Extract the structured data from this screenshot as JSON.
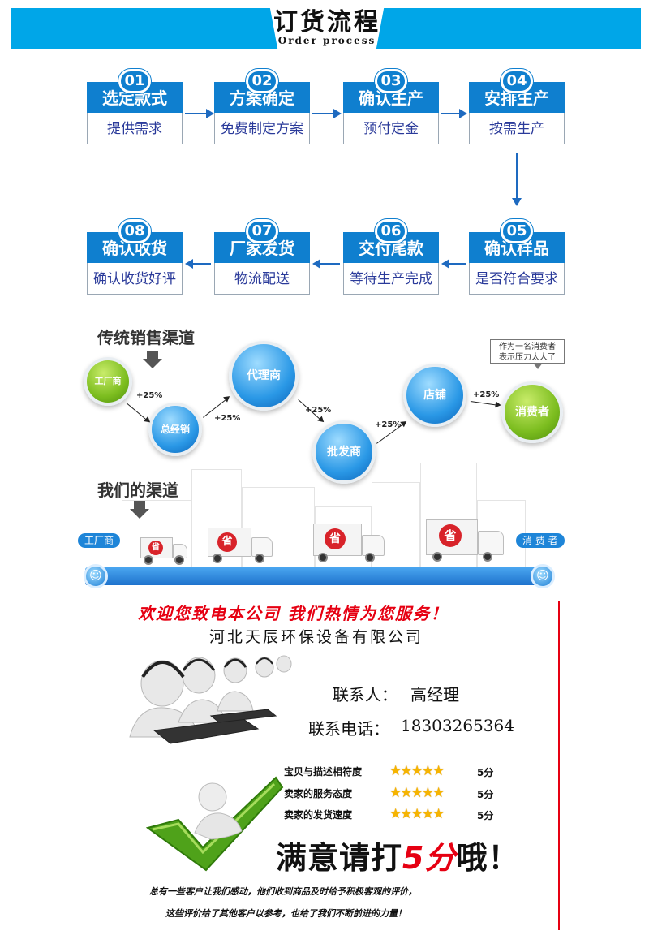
{
  "header": {
    "title": "订货流程",
    "subtitle": "Order process"
  },
  "steps": [
    {
      "num": "01",
      "title": "选定款式",
      "sub": "提供需求"
    },
    {
      "num": "02",
      "title": "方案确定",
      "sub": "免费制定方案"
    },
    {
      "num": "03",
      "title": "确认生产",
      "sub": "预付定金"
    },
    {
      "num": "04",
      "title": "安排生产",
      "sub": "按需生产"
    },
    {
      "num": "05",
      "title": "确认样品",
      "sub": "是否符合要求"
    },
    {
      "num": "06",
      "title": "交付尾款",
      "sub": "等待生产完成"
    },
    {
      "num": "07",
      "title": "厂家发货",
      "sub": "物流配送"
    },
    {
      "num": "08",
      "title": "确认收货",
      "sub": "确认收货好评"
    }
  ],
  "traditional": {
    "title": "传统销售渠道",
    "nodes": [
      "工厂商",
      "总经销",
      "代理商",
      "批发商",
      "店铺",
      "消费者"
    ],
    "markup": "+25%",
    "bubble_line1": "作为一名消费者",
    "bubble_line2": "表示压力太大了"
  },
  "ours": {
    "title": "我们的渠道",
    "start": "工厂商",
    "end": "消 费 者",
    "smile": "☺",
    "seal": "省"
  },
  "contact": {
    "welcome": "欢迎您致电本公司 我们热情为您服务！",
    "company": "河北天辰环保设备有限公司",
    "person_label": "联系人：",
    "person": "高经理",
    "phone_label": "联系电话：",
    "phone": "18303265364"
  },
  "ratings": [
    {
      "label": "宝贝与描述相符度",
      "stars": "★★★★★",
      "score": "5分"
    },
    {
      "label": "卖家的服务态度",
      "stars": "★★★★★",
      "score": "5分"
    },
    {
      "label": "卖家的发货速度",
      "stars": "★★★★★",
      "score": "5分"
    }
  ],
  "slogan": {
    "pre": "满意请打",
    "highlight": "5分",
    "post": "哦！"
  },
  "thanks": {
    "line1": "总有一些客户让我们感动，他们收到商品及时给予积极客观的评价，",
    "line2": "这些评价给了其他客户以参考，也给了我们不断前进的力量！"
  },
  "colors": {
    "brand_blue": "#00a6e8",
    "step_blue": "#0f7fcf",
    "red": "#e60012",
    "green": "#7cbd1f",
    "star": "#f6b400"
  }
}
